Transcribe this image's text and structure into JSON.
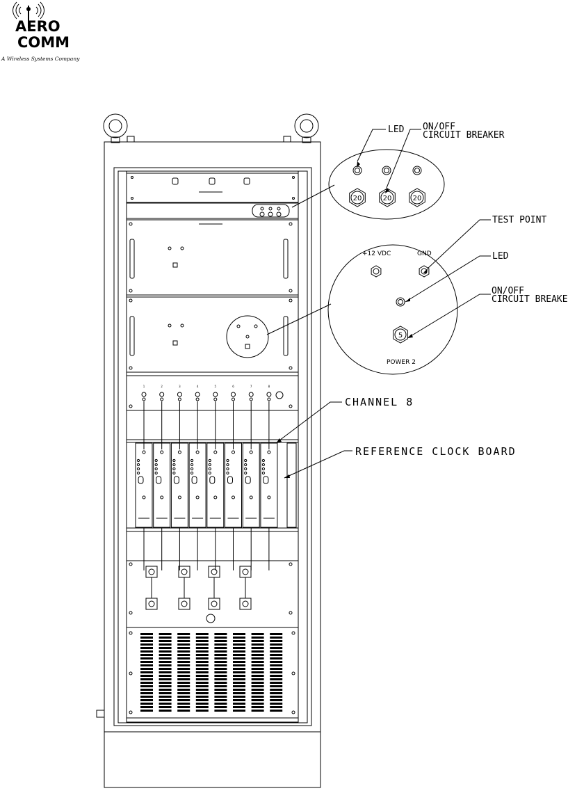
{
  "logo": {
    "line1": "AERO",
    "line2": "COMM",
    "tagline": "A Wireless Systems Company"
  },
  "callouts": {
    "led_top": "LED",
    "onoff_top_line1": "ON/OFF",
    "onoff_top_line2": "CIRCUIT BREAKER",
    "test_point": "TEST POINT",
    "led_power": "LED",
    "onoff_power_line1": "ON/OFF",
    "onoff_power_line2": "CIRCUIT BREAKER",
    "channel_8": "CHANNEL 8",
    "reference_clock_board": "REFERENCE CLOCK BOARD"
  },
  "breaker_detail": {
    "breaker_values": [
      "20",
      "20",
      "20"
    ]
  },
  "power_detail": {
    "plus12_label": "+12 VDC",
    "gnd_label": "GND",
    "breaker_value": "5",
    "caption": "POWER 2"
  },
  "splitter_channel_numbers": [
    "1",
    "2",
    "3",
    "4",
    "5",
    "6",
    "7",
    "8"
  ]
}
